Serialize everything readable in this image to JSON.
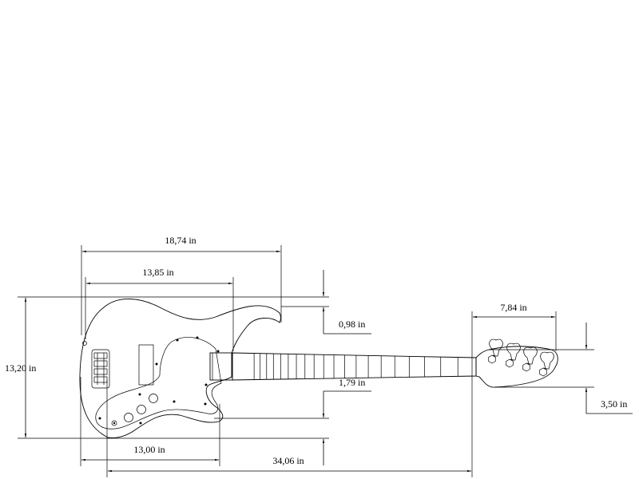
{
  "colors": {
    "ink": "#000000",
    "paper": "#ffffff"
  },
  "dimensions": {
    "overall_length": "34,06 in",
    "body_height": "13,20 in",
    "upper_horn_length": "18,74 in",
    "horn_to_neck": "13,85 in",
    "lower_body_length": "13,00 in",
    "horn_offset": "0,98 in",
    "lower_cut_offset": "1,79 in",
    "headstock_length": "7,84 in",
    "headstock_height": "3,50 in"
  }
}
